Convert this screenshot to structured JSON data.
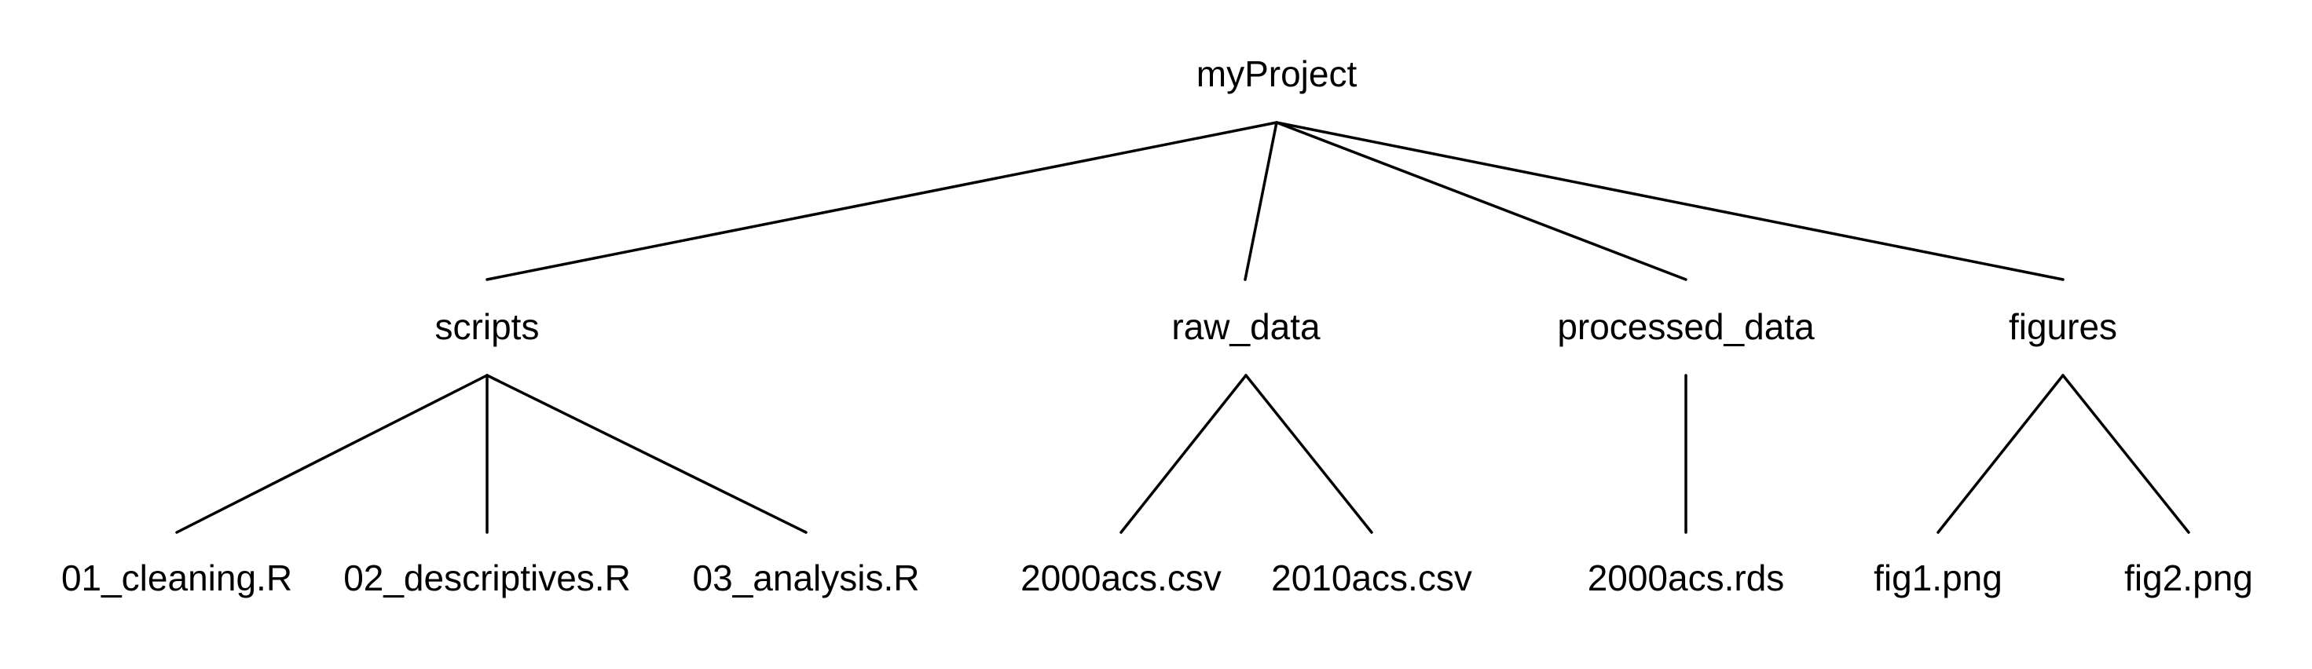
{
  "tree": {
    "root": "myProject",
    "folders": [
      {
        "name": "scripts",
        "files": [
          "01_cleaning.R",
          "02_descriptives.R",
          "03_analysis.R"
        ]
      },
      {
        "name": "raw_data",
        "files": [
          "2000acs.csv",
          "2010acs.csv"
        ]
      },
      {
        "name": "processed_data",
        "files": [
          "2000acs.rds"
        ]
      },
      {
        "name": "figures",
        "files": [
          "fig1.png",
          "fig2.png"
        ]
      }
    ]
  }
}
